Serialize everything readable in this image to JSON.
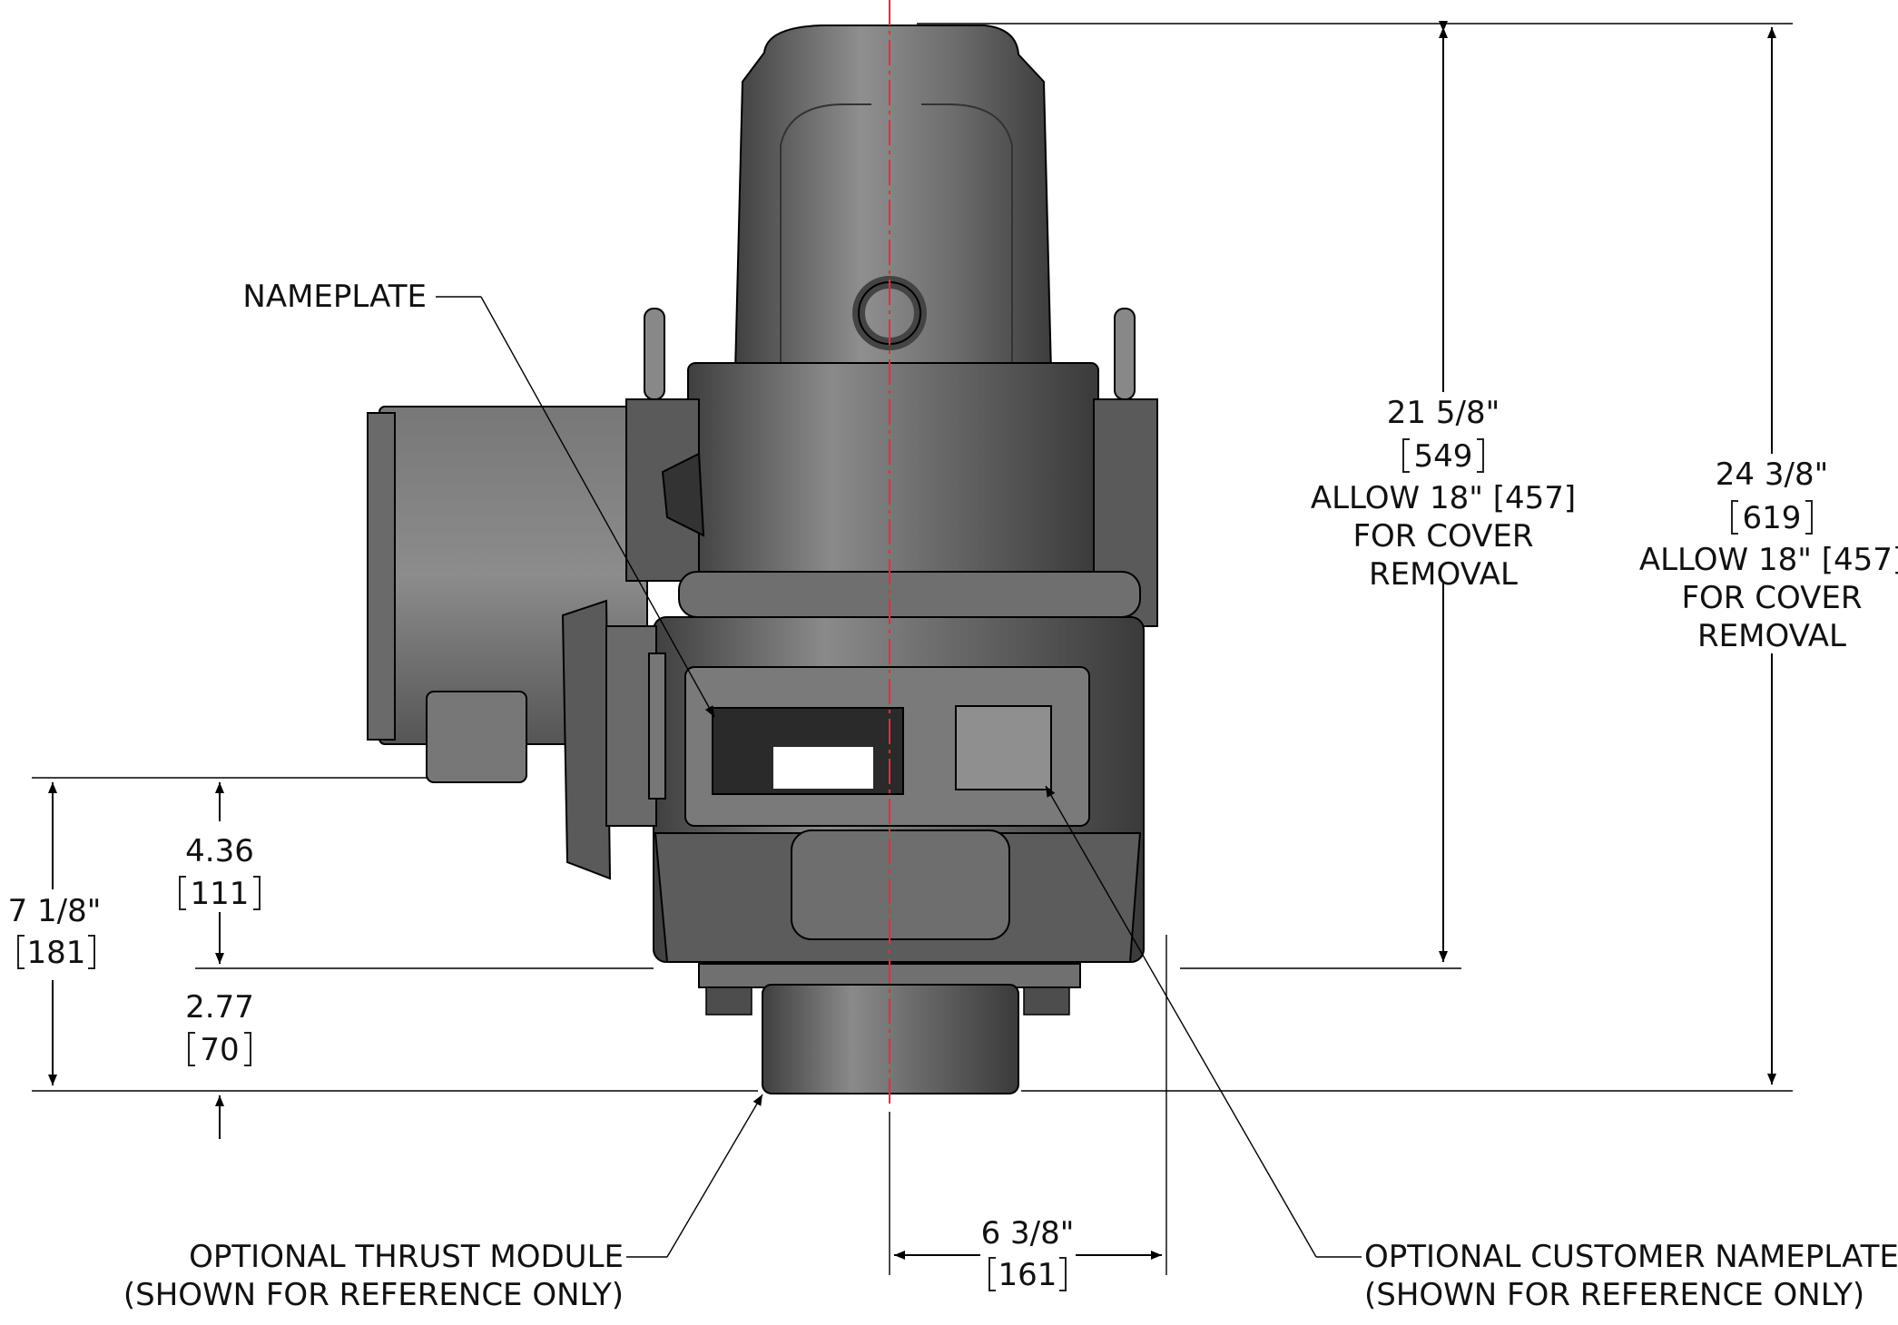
{
  "colors": {
    "body_dark": "#4d4d4d",
    "body_mid": "#6e6e6e",
    "body_light": "#9a9a9a",
    "centerline": "#e0303a",
    "line": "#000000"
  },
  "labels": {
    "nameplate": "NAMEPLATE",
    "thrust_module_line1": "OPTIONAL THRUST MODULE",
    "thrust_module_line2": "(SHOWN FOR REFERENCE ONLY)",
    "customer_nameplate_line1": "OPTIONAL CUSTOMER NAMEPLATE",
    "customer_nameplate_line2": "(SHOWN FOR REFERENCE ONLY)"
  },
  "dimensions": {
    "height_body": {
      "imperial": "21 5/8\"",
      "metric": "549",
      "note1": "ALLOW 18\" [457]",
      "note2": "FOR COVER",
      "note3": "REMOVAL"
    },
    "height_total": {
      "imperial": "24 3/8\"",
      "metric": "619",
      "note1": "ALLOW 18\" [457]",
      "note2": "FOR COVER",
      "note3": "REMOVAL"
    },
    "side_left": {
      "imperial": "7 1/8\"",
      "metric": "181"
    },
    "conduit_height": {
      "imperial": "4.36",
      "metric": "111"
    },
    "thrust_height": {
      "imperial": "2.77",
      "metric": "70"
    },
    "center_offset": {
      "imperial": "6 3/8\"",
      "metric": "161"
    }
  }
}
